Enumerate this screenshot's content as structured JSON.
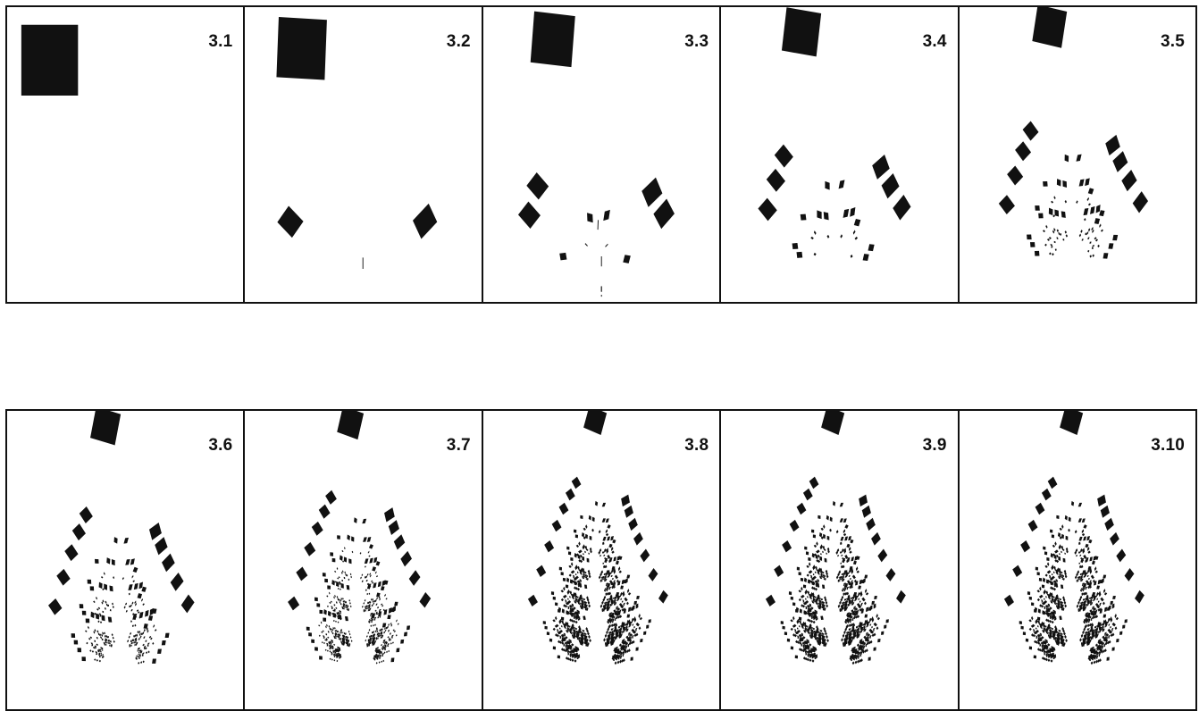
{
  "figure": {
    "panels": [
      {
        "label": "3.1",
        "iteration": 0
      },
      {
        "label": "3.2",
        "iteration": 1
      },
      {
        "label": "3.3",
        "iteration": 2
      },
      {
        "label": "3.4",
        "iteration": 3
      },
      {
        "label": "3.5",
        "iteration": 4
      },
      {
        "label": "3.6",
        "iteration": 5
      },
      {
        "label": "3.7",
        "iteration": 6
      },
      {
        "label": "3.8",
        "iteration": 7
      },
      {
        "label": "3.9",
        "iteration": 8
      },
      {
        "label": "3.10",
        "iteration": 10
      }
    ],
    "ink_color": "#111111",
    "background_color": "#ffffff"
  }
}
